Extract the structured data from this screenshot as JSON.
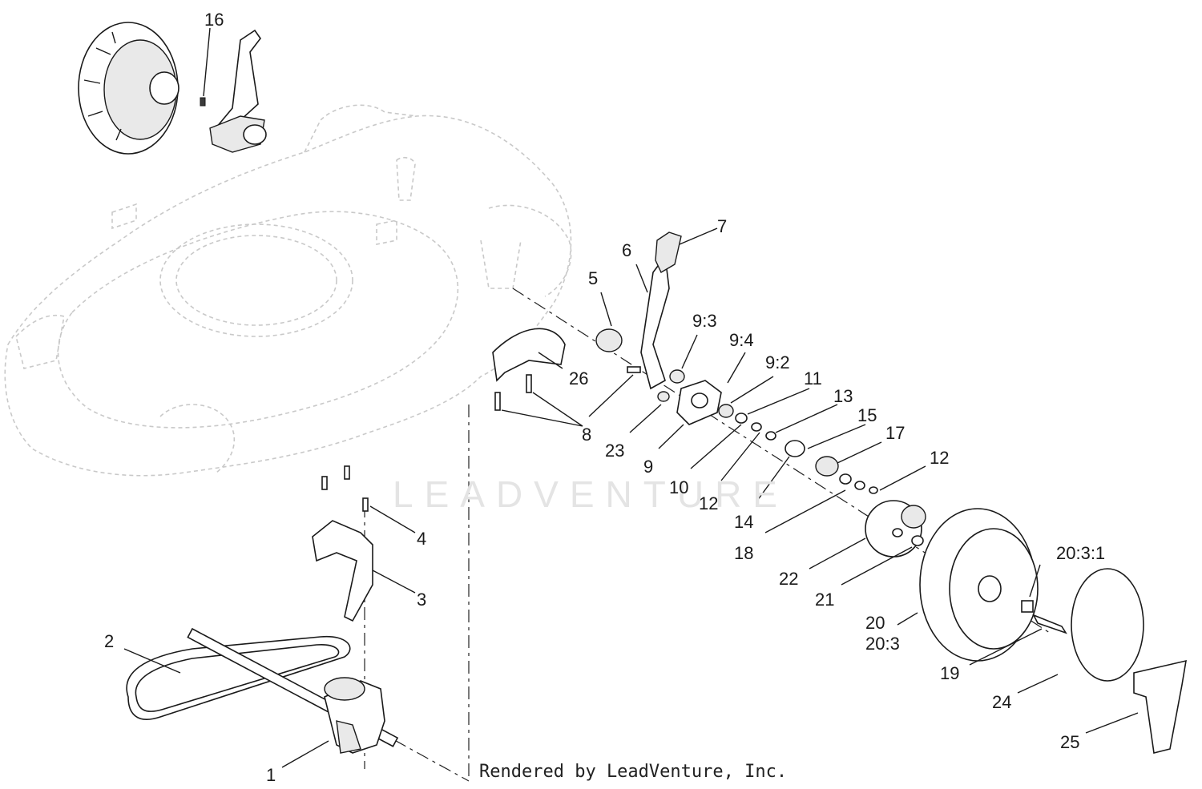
{
  "watermark": "LEADVENTURE",
  "credit": "Rendered by LeadVenture, Inc.",
  "labels": [
    {
      "id": "16",
      "text": "16"
    },
    {
      "id": "7",
      "text": "7"
    },
    {
      "id": "6",
      "text": "6"
    },
    {
      "id": "5",
      "text": "5"
    },
    {
      "id": "9_3",
      "text": "9:3"
    },
    {
      "id": "9_4",
      "text": "9:4"
    },
    {
      "id": "9_2",
      "text": "9:2"
    },
    {
      "id": "11",
      "text": "11"
    },
    {
      "id": "13",
      "text": "13"
    },
    {
      "id": "15",
      "text": "15"
    },
    {
      "id": "17",
      "text": "17"
    },
    {
      "id": "12a",
      "text": "12"
    },
    {
      "id": "26",
      "text": "26"
    },
    {
      "id": "8",
      "text": "8"
    },
    {
      "id": "23",
      "text": "23"
    },
    {
      "id": "9",
      "text": "9"
    },
    {
      "id": "10",
      "text": "10"
    },
    {
      "id": "12b",
      "text": "12"
    },
    {
      "id": "14",
      "text": "14"
    },
    {
      "id": "18",
      "text": "18"
    },
    {
      "id": "22",
      "text": "22"
    },
    {
      "id": "21",
      "text": "21"
    },
    {
      "id": "20_3_1",
      "text": "20:3:1"
    },
    {
      "id": "20",
      "text": "20"
    },
    {
      "id": "20_3",
      "text": "20:3"
    },
    {
      "id": "19",
      "text": "19"
    },
    {
      "id": "24",
      "text": "24"
    },
    {
      "id": "25",
      "text": "25"
    },
    {
      "id": "4",
      "text": "4"
    },
    {
      "id": "3",
      "text": "3"
    },
    {
      "id": "2",
      "text": "2"
    },
    {
      "id": "1",
      "text": "1"
    }
  ]
}
